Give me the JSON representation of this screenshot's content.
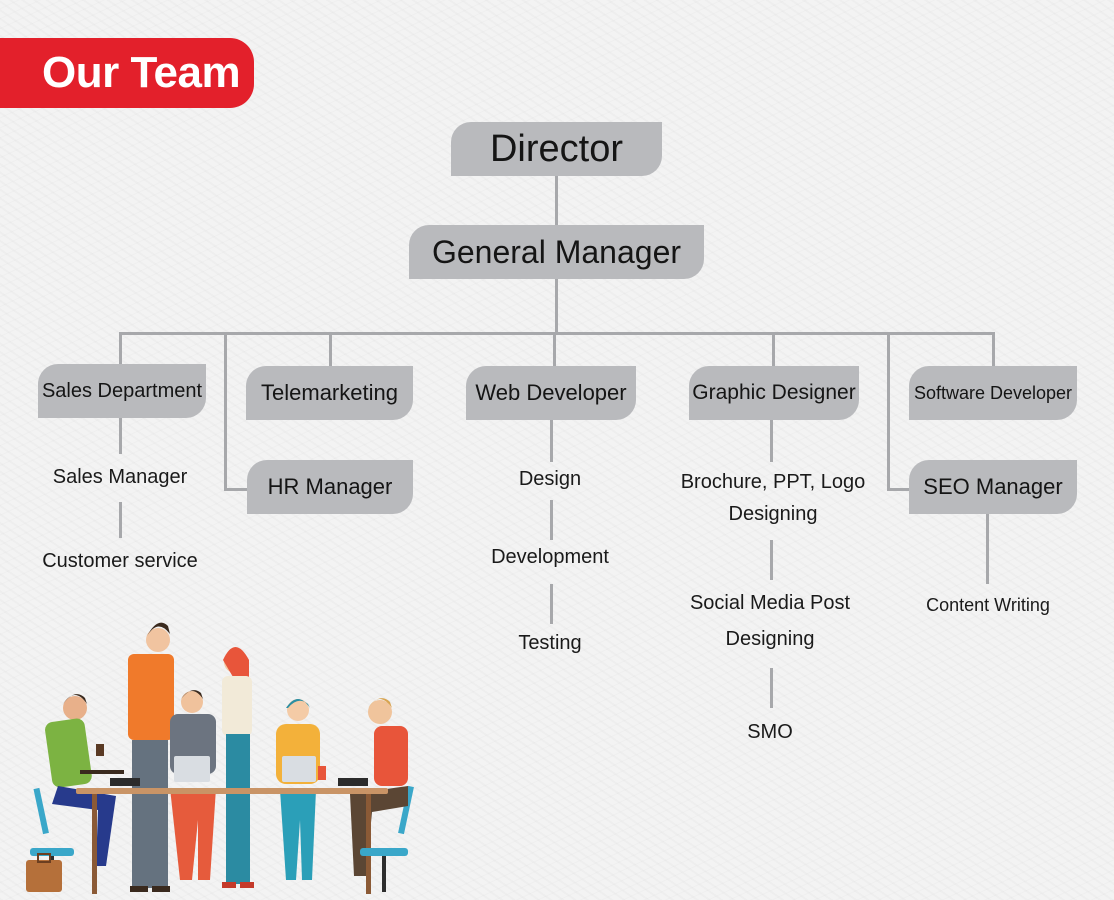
{
  "banner": {
    "title": "Our Team"
  },
  "org": {
    "director": "Director",
    "general_manager": "General Manager",
    "departments": {
      "sales": "Sales Department",
      "telemarketing": "Telemarketing",
      "web": "Web Developer",
      "graphic": "Graphic Designer",
      "software": "Software Developer"
    },
    "sub_boxes": {
      "hr": "HR Manager",
      "seo": "SEO Manager"
    },
    "sales_items": [
      "Sales Manager",
      "Customer service"
    ],
    "web_items": [
      "Design",
      "Development",
      "Testing"
    ],
    "graphic_items": [
      "Brochure, PPT, Logo",
      "Designing",
      "Social Media Post",
      "Designing",
      "SMO"
    ],
    "seo_items": [
      "Content Writing"
    ]
  },
  "colors": {
    "accent": "#e3202b",
    "box": "#b9babd",
    "connector": "#a7a8ab"
  }
}
